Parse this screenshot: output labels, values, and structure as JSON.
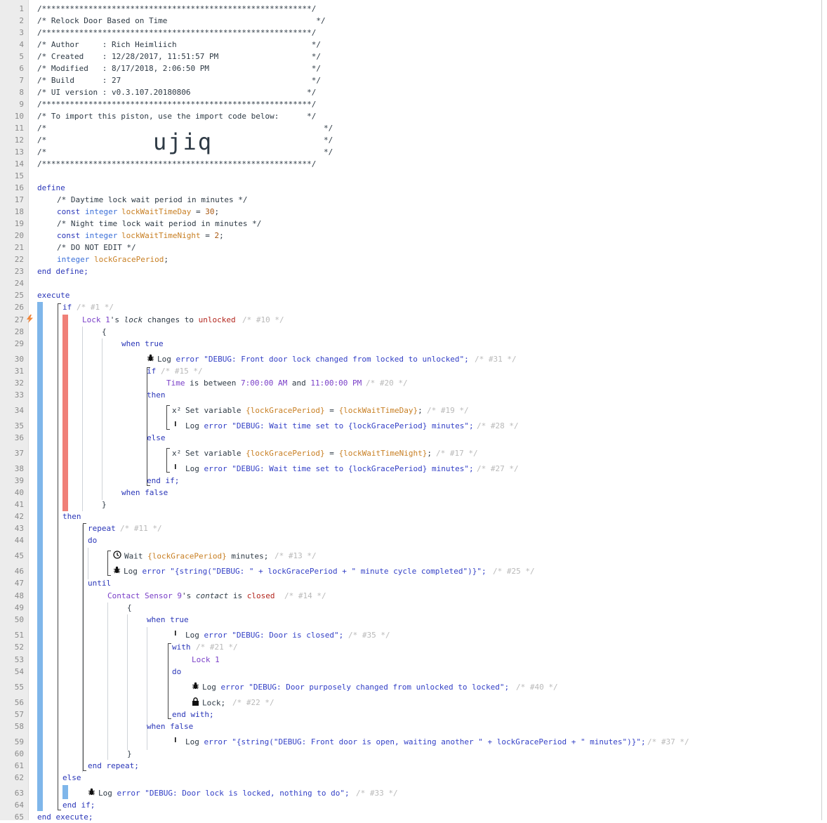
{
  "line_numbers": [
    "1",
    "2",
    "3",
    "4",
    "5",
    "6",
    "7",
    "8",
    "9",
    "10",
    "11",
    "12",
    "13",
    "14",
    "15",
    "16",
    "17",
    "18",
    "19",
    "20",
    "21",
    "22",
    "23",
    "24",
    "25",
    "26",
    "27",
    "28",
    "29",
    "30",
    "31",
    "32",
    "33",
    "34",
    "35",
    "36",
    "37",
    "38",
    "39",
    "40",
    "41",
    "42",
    "43",
    "44",
    "45",
    "46",
    "47",
    "48",
    "49",
    "50",
    "51",
    "52",
    "53",
    "54",
    "55",
    "56",
    "57",
    "58",
    "59",
    "60",
    "61",
    "62",
    "63",
    "64",
    "65"
  ],
  "header": {
    "stars": "/**********************************************************/",
    "title": "/* Relock Door Based on Time                                */",
    "author": "/* Author     : Rich Heimliich                             */",
    "created": "/* Created    : 12/28/2017, 11:51:57 PM                    */",
    "modified": "/* Modified   : 8/17/2018, 2:06:50 PM                      */",
    "build": "/* Build      : 27                                         */",
    "ui_version": "/* UI version : v0.3.107.20180806                         */",
    "import_note": "/* To import this piston, use the import code below:      */",
    "empty_l": "/*",
    "empty_r": "*/",
    "import_code": "ujiq"
  },
  "define": {
    "open": "define",
    "c1": "/* Daytime lock wait period in minutes */",
    "const": "const",
    "integer": "integer",
    "v_day": "lockWaitTimeDay",
    "eq": " = ",
    "val_day": "30",
    "semi": ";",
    "c2": "/* Night time lock wait period in minutes */",
    "v_night": "lockWaitTimeNight",
    "val_night": "2",
    "c3": "/* DO NOT EDIT */",
    "v_grace": "lockGracePeriod",
    "close": "end define;"
  },
  "exec": {
    "open": "execute",
    "if": "if",
    "if_id": "/* #1 */",
    "lock1": "Lock 1",
    "s_lock": "'s ",
    "attr_lock": "lock",
    "changes_to": " changes to ",
    "unlocked": "unlocked",
    "id10": "/* #10 */",
    "brace_open": "{",
    "brace_close": "}",
    "when_true": "when true",
    "when_false": "when false",
    "log": "Log ",
    "error": "error ",
    "l30": "\"DEBUG: Front door lock changed from locked to unlocked\";",
    "id31": "/* #31 */",
    "id15": "/* #15 */",
    "time": "Time",
    "is_between": " is between ",
    "t1": "7:00:00 AM",
    "and": " and ",
    "t2": "11:00:00 PM",
    "id20": "/* #20 */",
    "then": "then",
    "x2": "x²",
    "setvar": "Set variable ",
    "gp": "{lockGracePeriod}",
    "eq": " = ",
    "day_expr": "{lockWaitTimeDay}",
    "night_expr": "{lockWaitTimeNight}",
    "semi": ";",
    "id19": "/* #19 */",
    "wait_msg": "\"DEBUG: Wait time set to {lockGracePeriod} minutes\";",
    "id28": "/* #28 */",
    "else": "else",
    "id17": "/* #17 */",
    "id27": "/* #27 */",
    "end_if": "end if;",
    "repeat": "repeat",
    "id11": "/* #11 */",
    "do": "do",
    "wait": "Wait ",
    "minutes": " minutes;",
    "id13": "/* #13 */",
    "cycle_msg": "\"{string(\"DEBUG: \" + lockGracePeriod + \" minute cycle completed\")}\";",
    "id25": "/* #25 */",
    "until": "until",
    "contact": "Contact Sensor 9",
    "s_contact": "'s ",
    "attr_contact": "contact",
    "is": " is ",
    "closed": "closed",
    "id14": "/* #14 */",
    "closed_msg": "\"DEBUG: Door is closed\";",
    "id35": "/* #35 */",
    "with": "with",
    "id21": "/* #21 */",
    "purpose_msg": "\"DEBUG: Door purposely changed from unlocked to locked\";",
    "id40": "/* #40 */",
    "lock_cmd": "Lock;",
    "id22": "/* #22 */",
    "end_with": "end with;",
    "open_msg": "\"{string(\"DEBUG: Front door is open, waiting another \" + lockGracePeriod + \" minutes\")}\";",
    "id37": "/* #37 */",
    "end_repeat": "end repeat;",
    "locked_msg": "\"DEBUG: Door lock is locked, nothing to do\";",
    "id33": "/* #33 */",
    "end_execute": "end execute;"
  }
}
